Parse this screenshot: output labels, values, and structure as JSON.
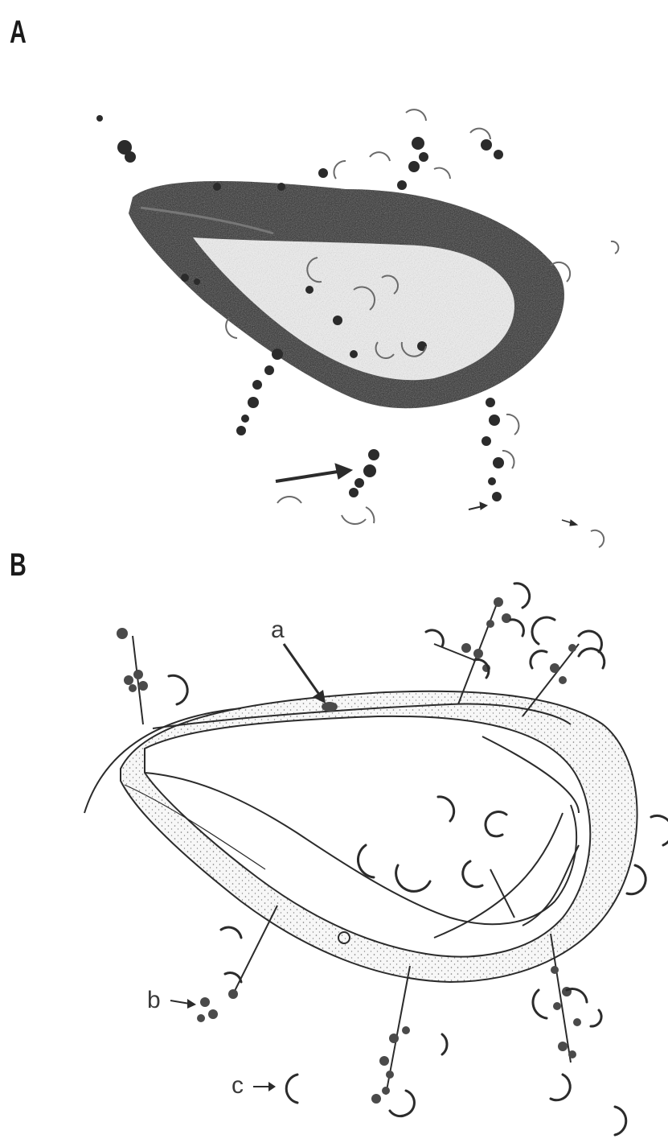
{
  "figure": {
    "panels": [
      {
        "label": "A",
        "kind": "photomicrograph"
      },
      {
        "label": "B",
        "kind": "line-drawing",
        "callouts": [
          "a",
          "b",
          "c"
        ]
      }
    ],
    "ink_color": "#2b2b2b",
    "fill_color": "#efefef"
  }
}
